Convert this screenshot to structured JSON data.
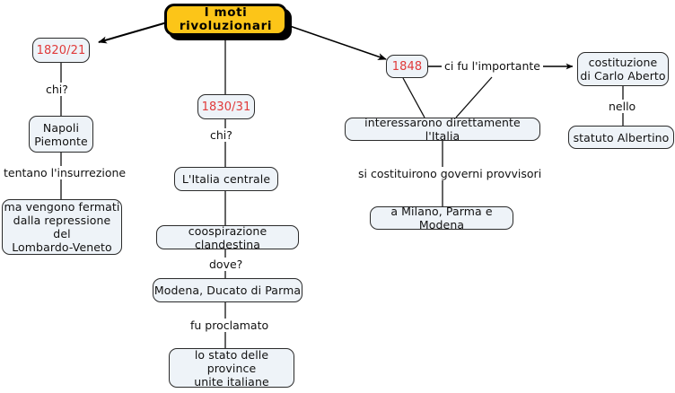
{
  "diagram": {
    "title": "I moti rivoluzionari",
    "palette": {
      "root_fill": "#fcc518",
      "node_fill": "#eef3f8",
      "node_border": "#2b2b2b",
      "year_text": "#e03a3a",
      "text": "#111111",
      "edge": "#111111",
      "background": "#ffffff"
    },
    "nodes": [
      {
        "id": "root",
        "label": "I moti rivoluzionari",
        "kind": "root"
      },
      {
        "id": "y1820",
        "label": "1820/21",
        "kind": "year"
      },
      {
        "id": "napoli",
        "label": "Napoli\nPiemonte",
        "kind": "plain"
      },
      {
        "id": "fermati",
        "label": "ma vengono fermati\ndalla repressione del\nLombardo-Veneto",
        "kind": "plain"
      },
      {
        "id": "y1830",
        "label": "1830/31",
        "kind": "year"
      },
      {
        "id": "italiacentr",
        "label": "L'Italia centrale",
        "kind": "plain"
      },
      {
        "id": "coospir",
        "label": "coospirazione clandestina",
        "kind": "plain"
      },
      {
        "id": "modena",
        "label": "Modena, Ducato di Parma",
        "kind": "plain"
      },
      {
        "id": "statoprov",
        "label": "lo stato delle province\nunite italiane",
        "kind": "plain"
      },
      {
        "id": "y1848",
        "label": "1848",
        "kind": "year"
      },
      {
        "id": "interessarono",
        "label": "interessarono direttamente l'Italia",
        "kind": "plain"
      },
      {
        "id": "milano",
        "label": "a Milano, Parma e Modena",
        "kind": "plain"
      },
      {
        "id": "costituzione",
        "label": "costituzione\ndi Carlo Aberto",
        "kind": "plain"
      },
      {
        "id": "statuto",
        "label": "statuto Albertino",
        "kind": "plain"
      }
    ],
    "link_labels": [
      {
        "id": "chi1",
        "text": "chi?"
      },
      {
        "id": "tentano",
        "text": "tentano l'insurrezione"
      },
      {
        "id": "chi2",
        "text": "chi?"
      },
      {
        "id": "dove",
        "text": "dove?"
      },
      {
        "id": "fuproclamato",
        "text": "fu proclamato"
      },
      {
        "id": "cifu",
        "text": "ci fu l'importante"
      },
      {
        "id": "sicostituirono",
        "text": "si costituirono governi provvisori"
      },
      {
        "id": "nello",
        "text": "nello"
      }
    ]
  }
}
